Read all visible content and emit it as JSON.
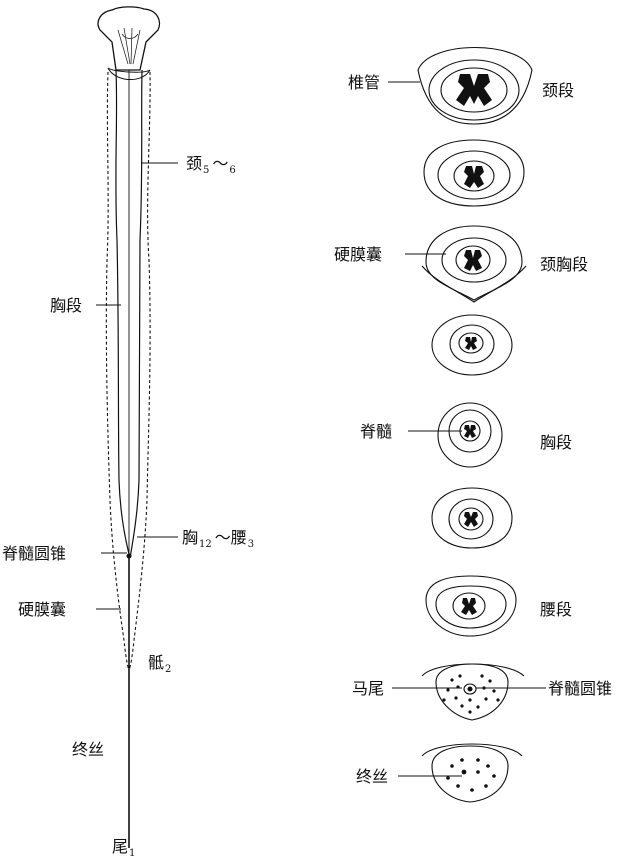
{
  "left_labels": {
    "cervical": {
      "main": "颈",
      "sub1": "5",
      "sep": "～",
      "sub2": "6"
    },
    "thoracic_segment": "胸段",
    "thoracolumbar": {
      "main": "胸",
      "sub1": "12",
      "sep": "～腰",
      "sub2": "3"
    },
    "conus_medullaris": "脊髓圆锥",
    "dural_sac": "硬膜囊",
    "sacral": {
      "main": "骶",
      "sub": "2"
    },
    "filum_terminale": "终丝",
    "coccygeal": {
      "main": "尾",
      "sub": "1"
    }
  },
  "right_labels": {
    "vertebral_canal": "椎管",
    "cervical_segment": "颈段",
    "dural_sac": "硬膜囊",
    "cervicothoracic_segment": "颈胸段",
    "spinal_cord": "脊髓",
    "thoracic_segment": "胸段",
    "lumbar_segment": "腰段",
    "cauda_equina": "马尾",
    "conus_medullaris": "脊髓圆锥",
    "filum_terminale": "终丝"
  }
}
